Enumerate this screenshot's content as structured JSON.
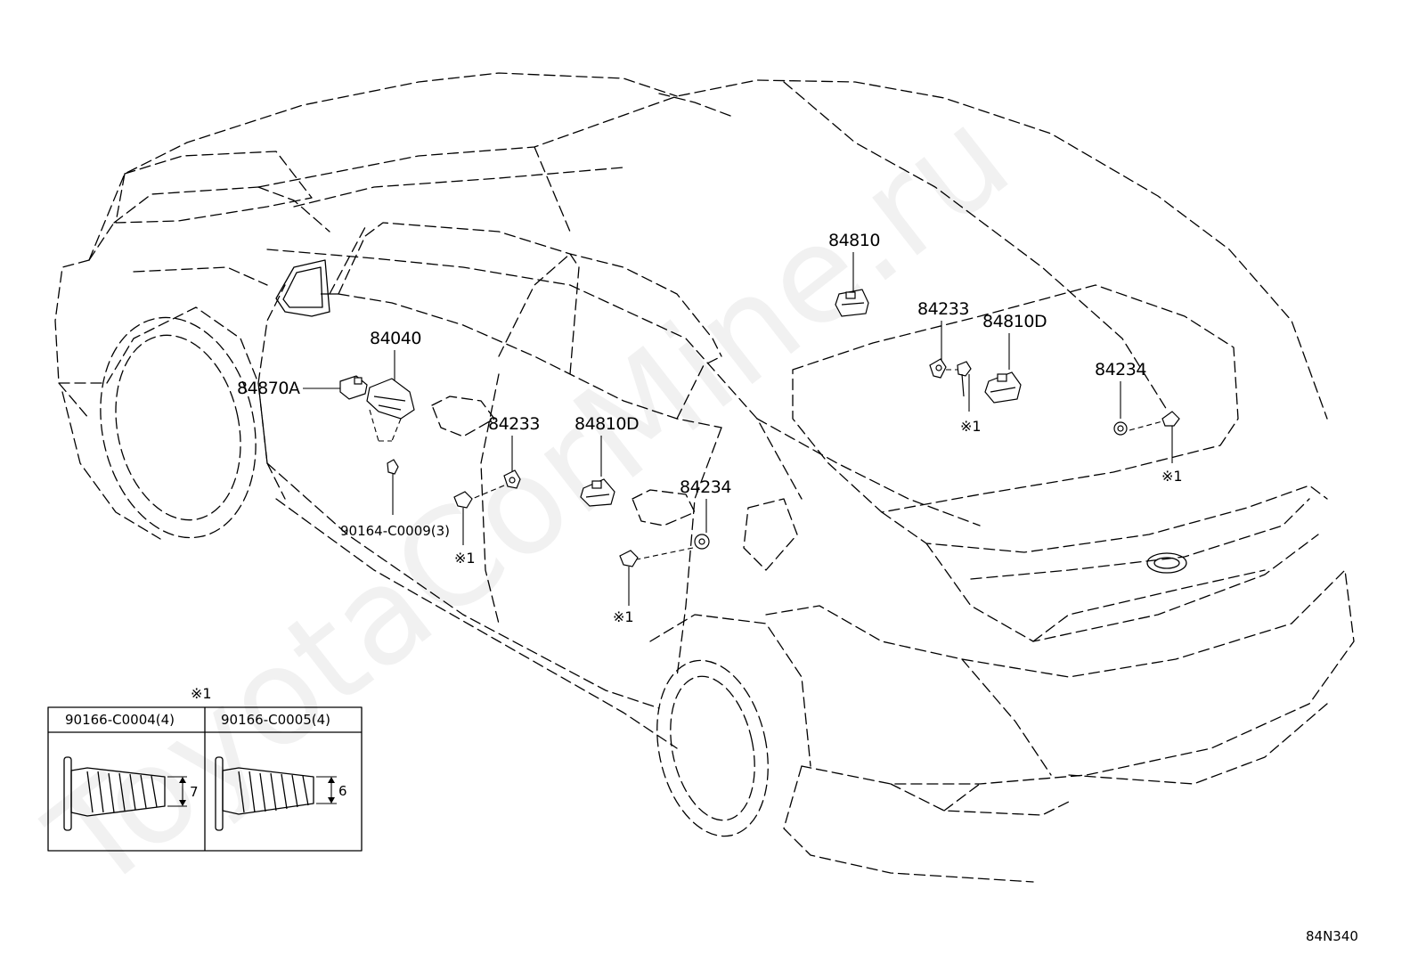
{
  "watermark": "ToyotaCorMine.ru",
  "diagram_code": "84N340",
  "part_labels": {
    "p84810_top": "84810",
    "p84233_right": "84233",
    "p84810d_right": "84810D",
    "p84234_right": "84234",
    "p84040": "84040",
    "p84870a": "84870A",
    "p84233_front": "84233",
    "p84810d_front": "84810D",
    "p84234_front": "84234",
    "p90164": "90164-C0009(3)"
  },
  "notes": {
    "mark": "※1"
  },
  "legend": {
    "mark": "※1",
    "cells": [
      {
        "part_no": "90166-C0004(4)",
        "dimension": "7"
      },
      {
        "part_no": "90166-C0005(4)",
        "dimension": "6"
      }
    ]
  }
}
